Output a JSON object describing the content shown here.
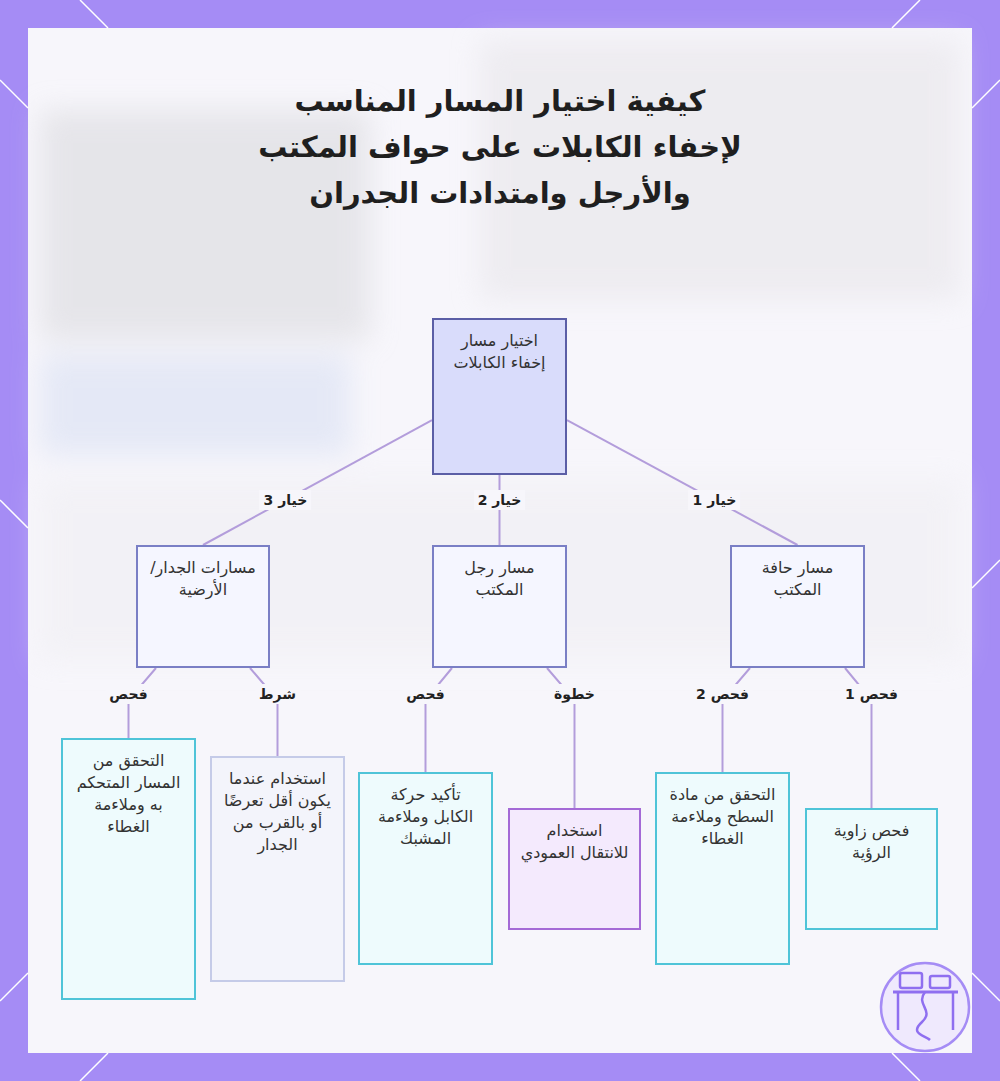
{
  "diagram": {
    "title": "كيفية اختيار المسار المناسب لإخفاء الكابلات على حواف المكتب والأرجل وامتدادات الجدران",
    "nodes": [
      {
        "text": [
          "اختيار مسار إخفاء الكابلات"
        ]
      },
      {
        "text": [
          "مسار حافة المكتب"
        ]
      },
      {
        "text": [
          "مسار رجل المكتب"
        ]
      },
      {
        "text": [
          "مسارات الجدار/ الأرضية"
        ]
      },
      {
        "text": [
          "فحص زاوية الرؤية"
        ]
      },
      {
        "text": [
          "التحقق من مادة السطح وملاءمة الغطاء"
        ]
      },
      {
        "text": [
          "استخدام للانتقال العمودي"
        ]
      },
      {
        "text": [
          "تأكيد حركة الكابل وملاءمة المشبك"
        ]
      },
      {
        "text": [
          "استخدام عندما يكون أقل تعرضًا أو بالقرب من الجدار"
        ]
      },
      {
        "text": [
          "التحقق من المسار المتحكم به وملاءمة الغطاء"
        ]
      }
    ],
    "edges": [
      {
        "from": 0,
        "to": 1,
        "label": "خيار 1",
        "arrow": "none"
      },
      {
        "from": 0,
        "to": 2,
        "label": "خيار 2",
        "arrow": "none"
      },
      {
        "from": 0,
        "to": 3,
        "label": "خيار 3",
        "arrow": "none"
      },
      {
        "from": 1,
        "to": 4,
        "label": "فحص 1",
        "arrow": "none"
      },
      {
        "from": 1,
        "to": 5,
        "label": "فحص 2",
        "arrow": "none"
      },
      {
        "from": 2,
        "to": 6,
        "label": "خطوة",
        "arrow": "none"
      },
      {
        "from": 2,
        "to": 7,
        "label": "فحص",
        "arrow": "none"
      },
      {
        "from": 3,
        "to": 8,
        "label": "شرط",
        "arrow": "none"
      },
      {
        "from": 3,
        "to": 9,
        "label": "فحص",
        "arrow": "none"
      }
    ]
  }
}
